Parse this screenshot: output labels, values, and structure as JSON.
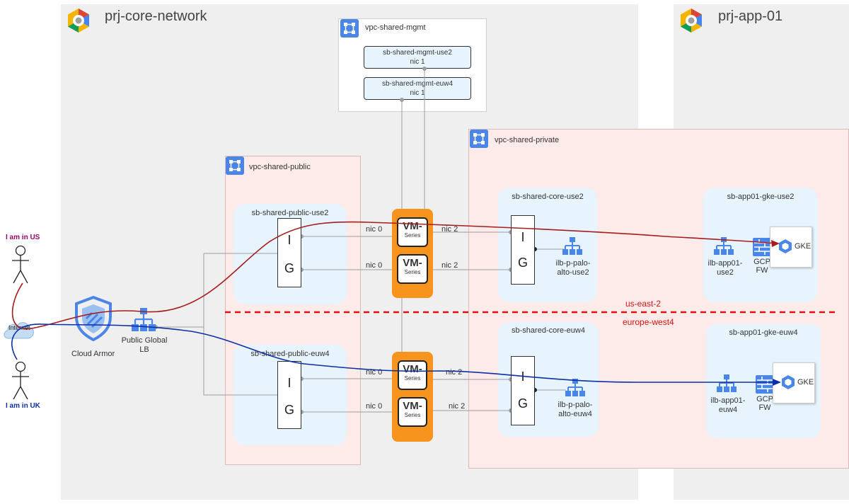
{
  "projects": {
    "core": "prj-core-network",
    "app": "prj-app-01"
  },
  "vpcs": {
    "mgmt": "vpc-shared-mgmt",
    "public": "vpc-shared-public",
    "private": "vpc-shared-private"
  },
  "mgmt_nics": [
    {
      "name": "sb-shared-mgmt-use2",
      "nic": "nic 1"
    },
    {
      "name": "sb-shared-mgmt-euw4",
      "nic": "nic 1"
    }
  ],
  "subnets": {
    "public_use2": "sb-shared-public-use2",
    "public_euw4": "sb-shared-public-euw4",
    "core_use2": "sb-shared-core-use2",
    "core_euw4": "sb-shared-core-euw4",
    "gke_use2": "sb-app01-gke-use2",
    "gke_euw4": "sb-app01-gke-euw4"
  },
  "ig": {
    "top": "I",
    "bottom": "G"
  },
  "vm": {
    "top": "VM-",
    "bottom": "Series"
  },
  "nics": {
    "nic0": "nic 0",
    "nic2": "nic 2"
  },
  "ilb": {
    "palo_use2_l1": "ilb-p-palo-",
    "palo_use2_l2": "alto-use2",
    "palo_euw4_l1": "ilb-p-palo-",
    "palo_euw4_l2": "alto-euw4",
    "app_use2_l1": "ilb-app01-",
    "app_use2_l2": "use2",
    "app_euw4_l1": "ilb-app01-",
    "app_euw4_l2": "euw4"
  },
  "gcp_fw": {
    "l1": "GCP",
    "l2": "FW"
  },
  "gke": "GKE",
  "regions": {
    "us": "us-east-2",
    "eu": "europe-west4"
  },
  "users": {
    "us": "I am in US",
    "uk": "I am in UK"
  },
  "internet": "Internet",
  "cloud_armor": "Cloud Armor",
  "lb": {
    "l1": "Public Global",
    "l2": "LB"
  },
  "colors": {
    "us_path": "#a51d1d",
    "uk_path": "#0d2fa5",
    "region_divider": "#e01010",
    "user_us": "#a0006a",
    "user_uk": "#0d2fa5",
    "firewall": "#f7941d",
    "gcp_blue": "#4a86e8"
  }
}
